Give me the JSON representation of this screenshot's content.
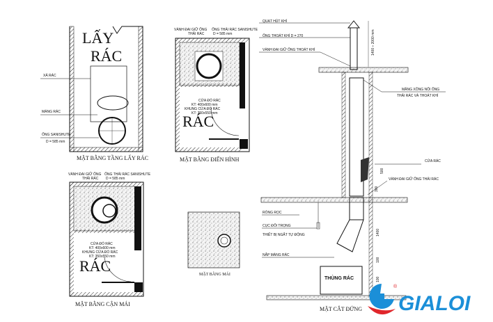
{
  "plans": {
    "collection_floor": {
      "title": "MẶT BẰNG TẦNG LẤY RÁC",
      "room": "LẤY",
      "room2": "RÁC",
      "labels": [
        "XẢ RÁC",
        "MÁNG RÁC",
        "ỐNG SANISHUTE",
        "D = 585 mm"
      ]
    },
    "typical_floor": {
      "title": "MẶT BẰNG ĐIỂN HÌNH",
      "room": "RÁC",
      "labels": [
        "VÀNH ĐAI GIỮ ỐNG",
        "THẢI RÁC",
        "ỐNG THẢI RÁC SANISHUTE",
        "D = 585 mm",
        "CỬA ĐỔ RÁC",
        "KT: 400x600 mm",
        "KHUNG CỬA ĐỔ RÁC",
        "KT: 350x550 mm"
      ]
    },
    "near_roof": {
      "title": "MẶT BẰNG CẬN MÁI",
      "room": "RÁC",
      "labels": [
        "VÀNH ĐAI GIỮ ỐNG",
        "THẢI RÁC",
        "ỐNG THẢI RÁC SANISHUTE",
        "D = 585 mm",
        "CỬA ĐỔ RÁC",
        "KT: 400x600 mm",
        "KHUNG CỬA ĐỔ RÁC",
        "KT: 350x550 mm"
      ]
    },
    "roof": {
      "title": "MẶT BẰNG MÁI"
    }
  },
  "section": {
    "title": "MẶT CẮT ĐỨNG",
    "labels": [
      "QUẠT HÚT KHÍ",
      "ỐNG THOÁT KHÍ D = 270",
      "VÀNH ĐAI GIỮ ỐNG THOÁT KHÍ",
      "MĂNG XÔNG NỐI ỐNG",
      "THẢI RÁC VÀ THOÁT KHÍ",
      "CỬA RÁC",
      "VÀNH ĐAI GIỮ ỐNG THẢI RÁC",
      "RÒNG RỌC",
      "CỤC ĐỐI TRỌNG",
      "THIẾT BỊ NGẮT TỰ ĐỘNG",
      "NẮP MÁNG RÁC"
    ],
    "bin": "THÙNG RÁC",
    "dims": [
      "1400 ÷ 2000 mm",
      "500",
      "300",
      "1400",
      "100",
      "100"
    ]
  },
  "logo": {
    "text": "GIALOI",
    "mark": "®",
    "color": "#1b8fd8",
    "accent": "#e0262b"
  }
}
